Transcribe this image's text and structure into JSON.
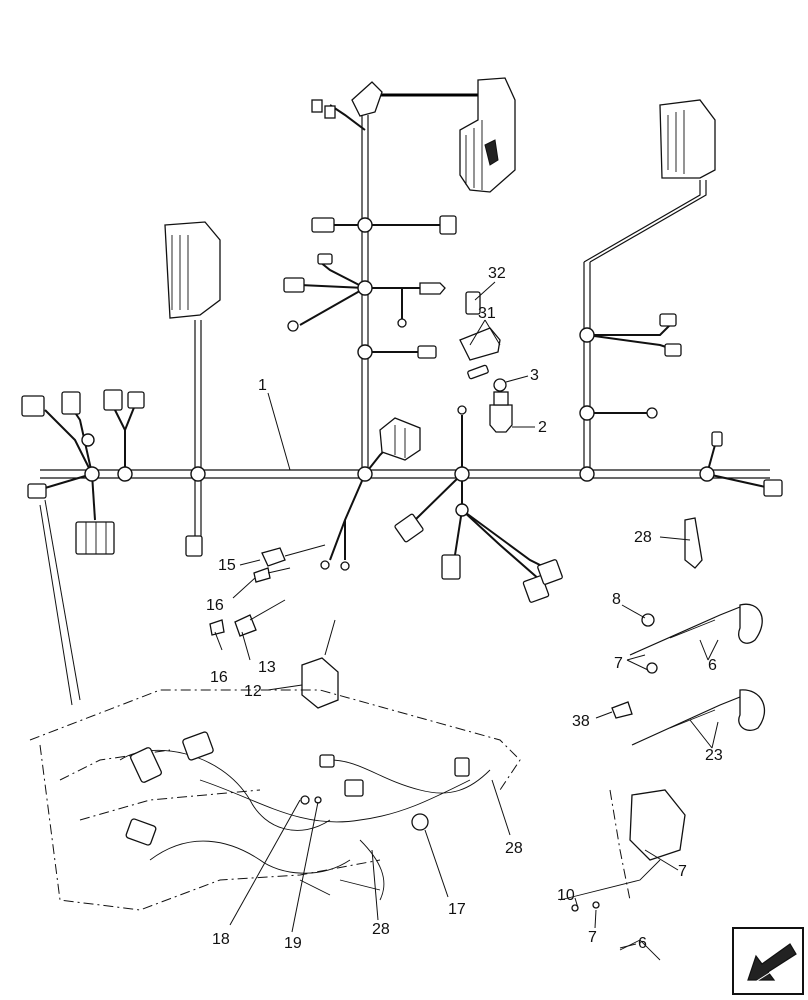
{
  "callouts": {
    "c1": "1",
    "c2": "2",
    "c3": "3",
    "c6a": "6",
    "c6b": "6",
    "c7a": "7",
    "c7b": "7",
    "c7c": "7",
    "c8": "8",
    "c10": "10",
    "c12": "12",
    "c13": "13",
    "c15": "15",
    "c16a": "16",
    "c16b": "16",
    "c17": "17",
    "c18": "18",
    "c19": "19",
    "c23": "23",
    "c28a": "28",
    "c28b": "28",
    "c28c": "28",
    "c31": "31",
    "c32": "32",
    "c38": "38"
  },
  "icons": {
    "direction": "arrow-down-left-icon"
  }
}
